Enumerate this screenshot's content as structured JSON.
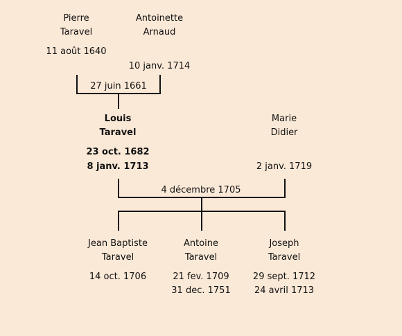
{
  "grandparents": {
    "father": {
      "first": "Pierre",
      "last": "Taravel",
      "birth": "11 août 1640"
    },
    "mother": {
      "first": "Antoinette",
      "last": "Arnaud",
      "death": "10 janv. 1714"
    },
    "marriage": "27 juin 1661"
  },
  "parents": {
    "father": {
      "first": "Louis",
      "last": "Taravel",
      "birth": "23 oct. 1682",
      "death": "8 janv. 1713"
    },
    "mother": {
      "first": "Marie",
      "last": "Didier",
      "death": "2 janv. 1719"
    },
    "marriage": "4 décembre 1705"
  },
  "children": [
    {
      "first": "Jean Baptiste",
      "last": "Taravel",
      "date1": "14 oct. 1706",
      "date2": ""
    },
    {
      "first": "Antoine",
      "last": "Taravel",
      "date1": "21 fev. 1709",
      "date2": "31 dec. 1751"
    },
    {
      "first": "Joseph",
      "last": "Taravel",
      "date1": "29 sept. 1712",
      "date2": "24 avril 1713"
    }
  ]
}
